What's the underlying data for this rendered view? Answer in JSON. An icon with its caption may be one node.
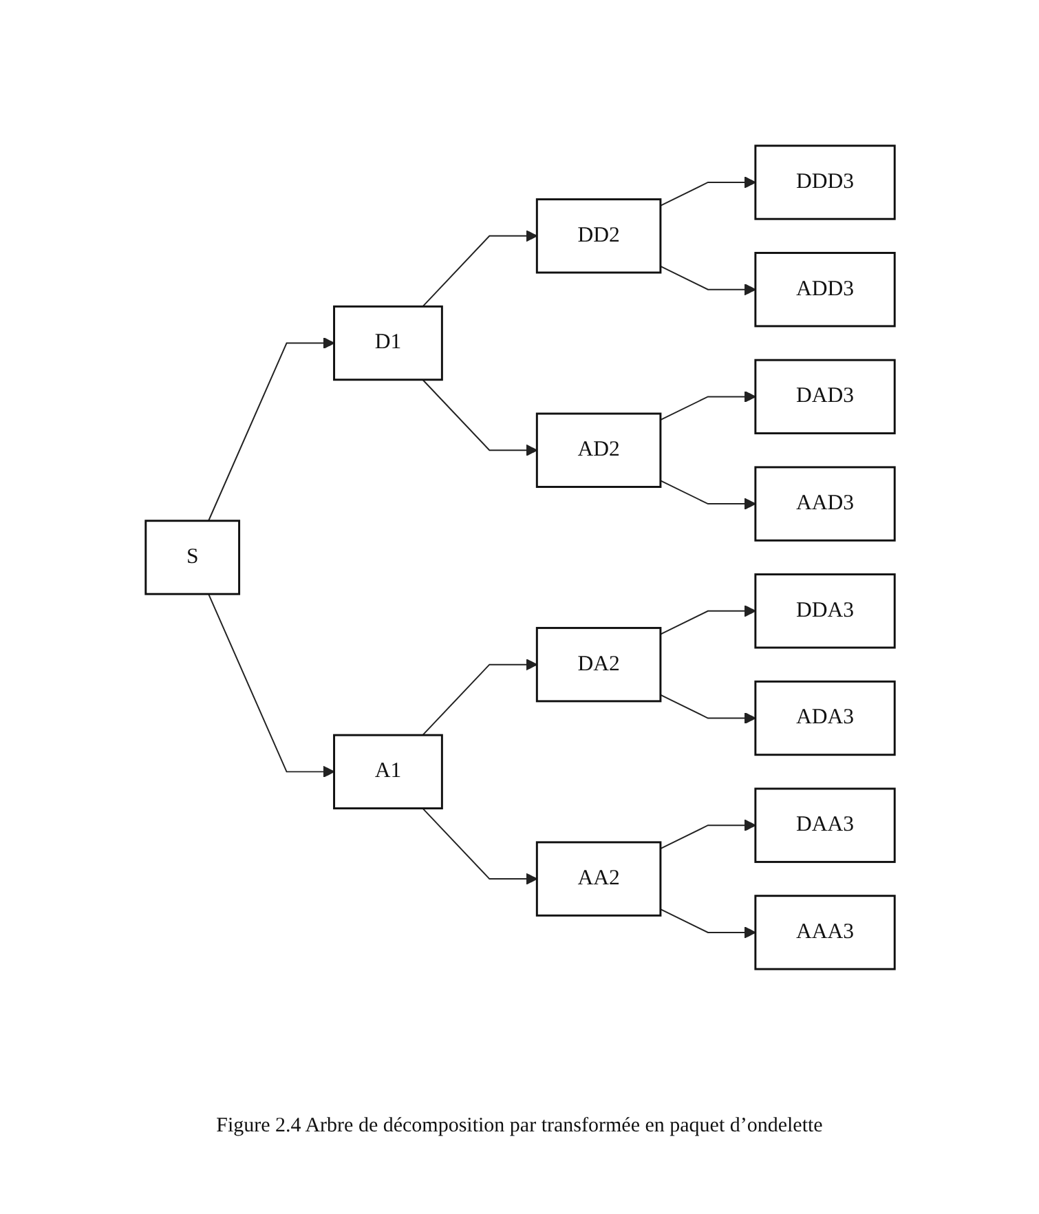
{
  "diagram": {
    "caption": "Figure 2.4 Arbre de décomposition par transformée en paquet d’ondelette",
    "nodes": [
      {
        "text": [
          "S"
        ]
      },
      {
        "text": [
          "D1"
        ]
      },
      {
        "text": [
          "DD2"
        ]
      },
      {
        "text": [
          "DDD3"
        ]
      },
      {
        "text": [
          "ADD3"
        ]
      },
      {
        "text": [
          "AD2"
        ]
      },
      {
        "text": [
          "DAD3"
        ]
      },
      {
        "text": [
          "AAD3"
        ]
      },
      {
        "text": [
          "A1"
        ]
      },
      {
        "text": [
          "DA2"
        ]
      },
      {
        "text": [
          "DDA3"
        ]
      },
      {
        "text": [
          "ADA3"
        ]
      },
      {
        "text": [
          "AA2"
        ]
      },
      {
        "text": [
          "DAA3"
        ]
      },
      {
        "text": [
          "AAA3"
        ]
      }
    ],
    "edges": [
      {
        "from": 0,
        "to": 1,
        "arrow": "to"
      },
      {
        "from": 1,
        "to": 2,
        "arrow": "to"
      },
      {
        "from": 2,
        "to": 3,
        "arrow": "to"
      },
      {
        "from": 2,
        "to": 4,
        "arrow": "to"
      },
      {
        "from": 1,
        "to": 5,
        "arrow": "to"
      },
      {
        "from": 5,
        "to": 6,
        "arrow": "to"
      },
      {
        "from": 5,
        "to": 7,
        "arrow": "to"
      },
      {
        "from": 0,
        "to": 8,
        "arrow": "to"
      },
      {
        "from": 8,
        "to": 9,
        "arrow": "to"
      },
      {
        "from": 9,
        "to": 10,
        "arrow": "to"
      },
      {
        "from": 9,
        "to": 11,
        "arrow": "to"
      },
      {
        "from": 8,
        "to": 12,
        "arrow": "to"
      },
      {
        "from": 12,
        "to": 13,
        "arrow": "to"
      },
      {
        "from": 12,
        "to": 14,
        "arrow": "to"
      }
    ]
  }
}
